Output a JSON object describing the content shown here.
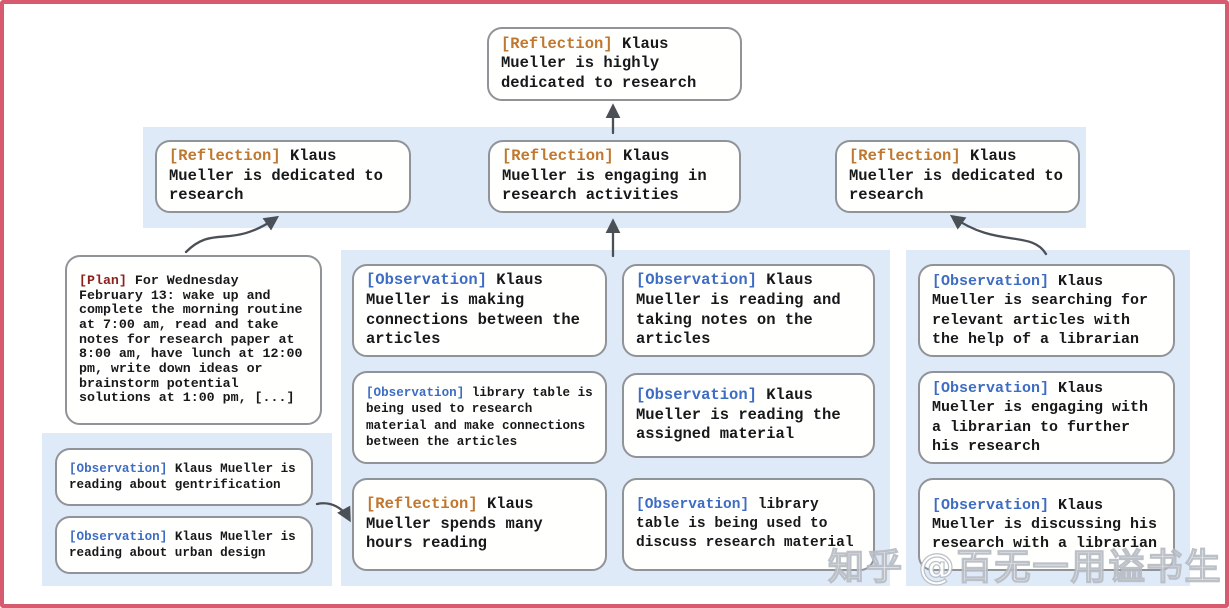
{
  "colors": {
    "frame-border": "#d85a6e",
    "band-bg": "#dfeaf9",
    "node-border": "#909398",
    "node-text": "#17181a",
    "reflection-tag": "#c0772f",
    "observation-tag": "#3d6cc4",
    "plan-tag": "#8e1d1d",
    "arrow": "#4b5057",
    "watermark": "#ffffff"
  },
  "nodes": {
    "root": {
      "tag": "[Reflection]",
      "text": "Klaus Mueller is highly dedicated to research"
    },
    "level2": [
      {
        "tag": "[Reflection]",
        "text": "Klaus Mueller is dedicated to research"
      },
      {
        "tag": "[Reflection]",
        "text": "Klaus Mueller is engaging in research activities"
      },
      {
        "tag": "[Reflection]",
        "text": "Klaus Mueller is dedicated to research"
      }
    ],
    "plan": {
      "tag": "[Plan]",
      "text": "For Wednesday February 13: wake up and complete the morning routine at 7:00 am, read and take notes for research paper at 8:00 am, have lunch at 12:00 pm, write down ideas or brainstorm potential solutions at 1:00 pm, [...]"
    },
    "left_observations": [
      {
        "tag": "[Observation]",
        "text": "Klaus Mueller is reading about gentrification"
      },
      {
        "tag": "[Observation]",
        "text": "Klaus Mueller is reading about urban design"
      }
    ],
    "middle_col1": [
      {
        "tag": "[Observation]",
        "text": "Klaus Mueller is making connections between the articles"
      },
      {
        "tag": "[Observation]",
        "text": "library table is being used to research material and make connections between the articles"
      },
      {
        "tag": "[Reflection]",
        "text": "Klaus Mueller spends many hours reading"
      }
    ],
    "middle_col2": [
      {
        "tag": "[Observation]",
        "text": "Klaus Mueller is reading and taking notes on the articles"
      },
      {
        "tag": "[Observation]",
        "text": "Klaus Mueller is reading the assigned material"
      },
      {
        "tag": "[Observation]",
        "text": "library table is being used to discuss research material"
      }
    ],
    "right_col": [
      {
        "tag": "[Observation]",
        "text": "Klaus Mueller is searching for relevant articles with the help of a librarian"
      },
      {
        "tag": "[Observation]",
        "text": "Klaus Mueller is engaging with a librarian to further his research"
      },
      {
        "tag": "[Observation]",
        "text": "Klaus Mueller is discussing his research with a librarian"
      }
    ]
  },
  "watermark": "知乎 @百无一用谥书生"
}
